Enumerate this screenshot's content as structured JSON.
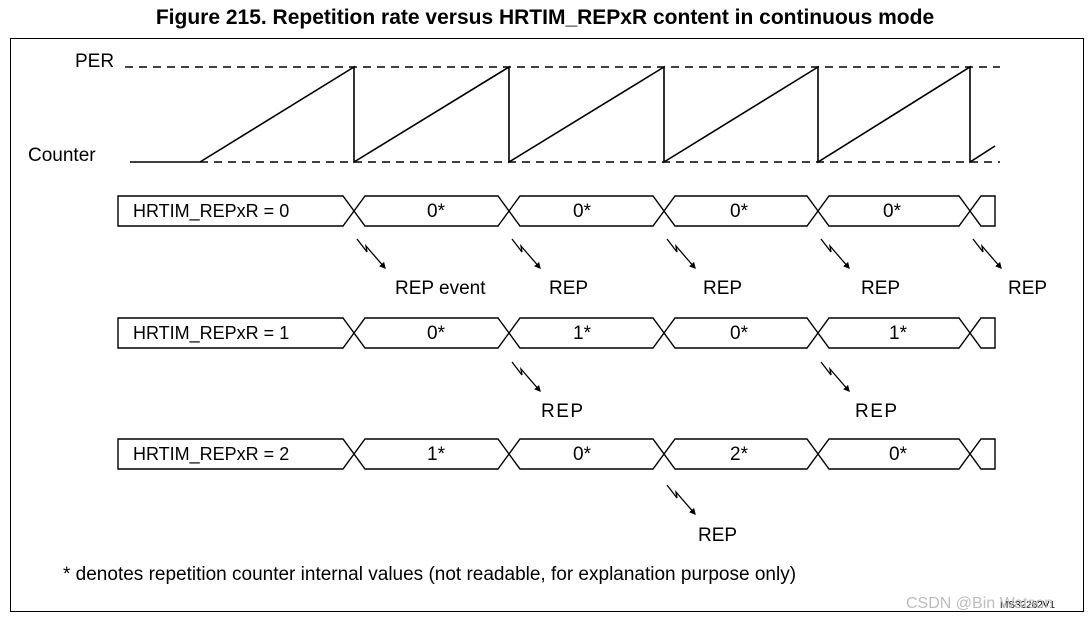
{
  "title": "Figure 215. Repetition rate versus HRTIM_REPxR content in continuous mode",
  "waveform": {
    "per_label": "PER",
    "counter_label": "Counter"
  },
  "rows": [
    {
      "label": "HRTIM_REPxR = 0",
      "values": [
        "0*",
        "0*",
        "0*",
        "0*"
      ],
      "rep_labels": [
        "REP event",
        "REP",
        "REP",
        "REP",
        "REP"
      ]
    },
    {
      "label": "HRTIM_REPxR = 1",
      "values": [
        "0*",
        "1*",
        "0*",
        "1*"
      ],
      "rep_labels": [
        "REP",
        "REP"
      ]
    },
    {
      "label": "HRTIM_REPxR = 2",
      "values": [
        "1*",
        "0*",
        "2*",
        "0*"
      ],
      "rep_labels": [
        "REP"
      ]
    }
  ],
  "footnote": "* denotes repetition counter internal values (not readable, for explanation purpose only)",
  "figure_code": "MS32262V1",
  "watermark": "CSDN @Bin Watson"
}
